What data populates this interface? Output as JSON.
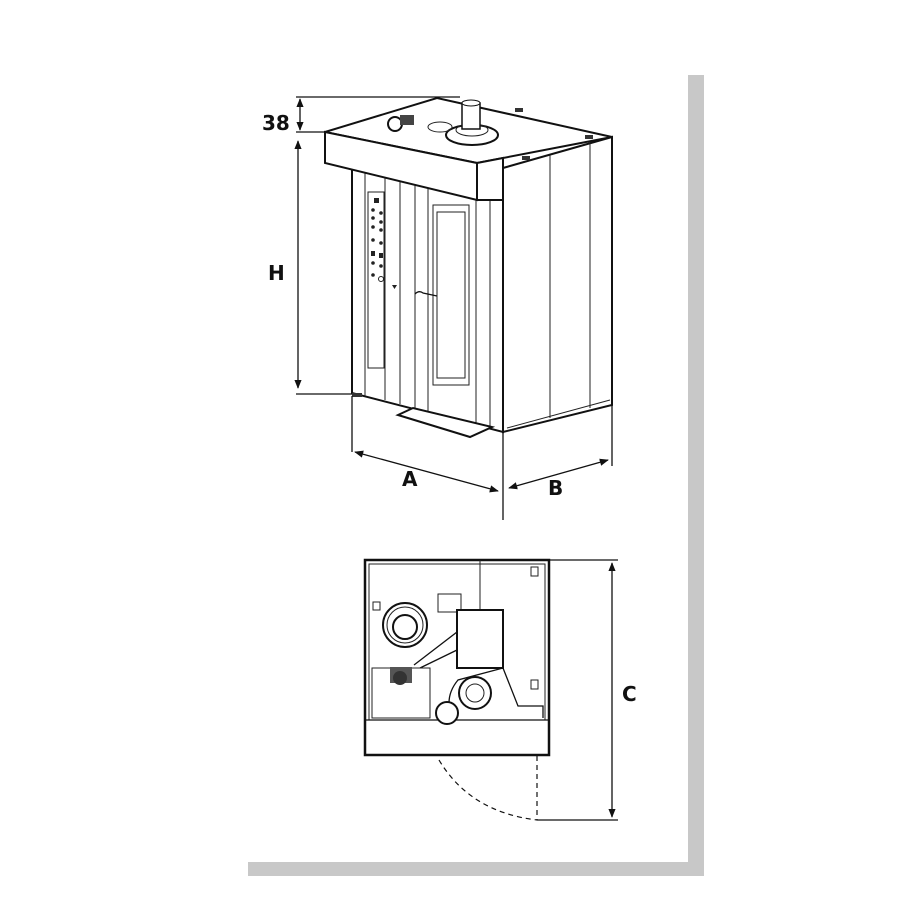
{
  "diagram": {
    "dimension_labels": {
      "top_height": "38",
      "height": "H",
      "width": "A",
      "depth": "B",
      "clearance": "C"
    },
    "colors": {
      "wall": "#c8c8c8",
      "lines": "#111111"
    },
    "views": [
      "perspective-view",
      "plan-view"
    ]
  }
}
